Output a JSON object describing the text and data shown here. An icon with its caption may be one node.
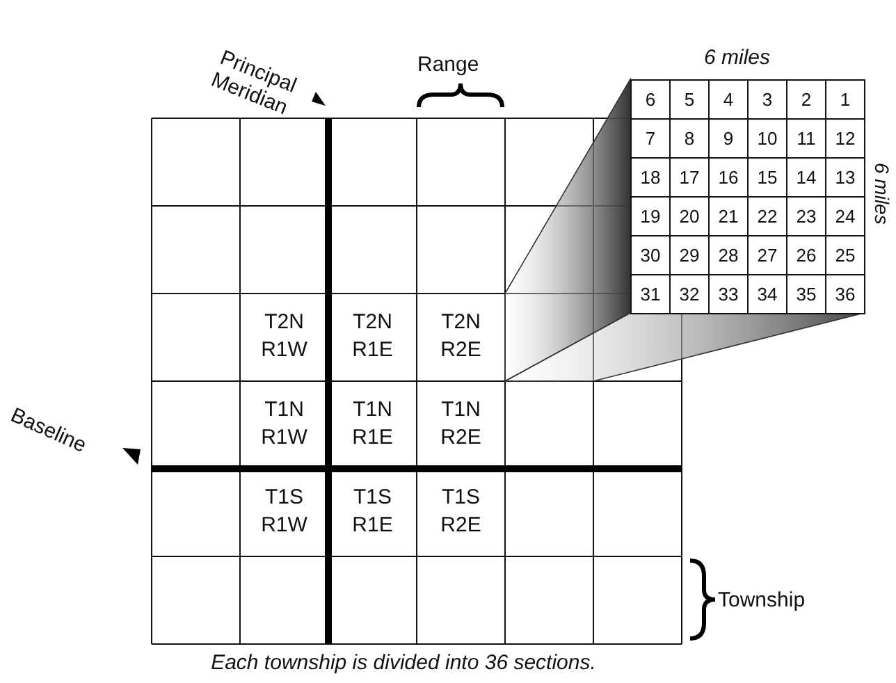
{
  "diagram": {
    "caption": "Each township is divided into 36 sections.",
    "labels": [
      "Principal Meridian",
      "Range",
      "6 miles",
      "6",
      "5",
      "4",
      "3",
      "2",
      "1",
      "7",
      "8",
      "9",
      "10",
      "11",
      "12",
      "18",
      "17",
      "16",
      "15",
      "14",
      "13",
      "19",
      "20",
      "21",
      "22",
      "23",
      "24",
      "30",
      "29",
      "28",
      "27",
      "26",
      "25",
      "31",
      "32",
      "33",
      "34",
      "35",
      "36",
      "6 miles",
      "T2N R1W",
      "T2N R1E",
      "T2N R2E",
      "Baseline",
      "T1N R1W",
      "T1N R1E",
      "T1N R2E",
      "T1S R1W",
      "T1S R1E",
      "T1S R2E",
      "Township"
    ]
  }
}
